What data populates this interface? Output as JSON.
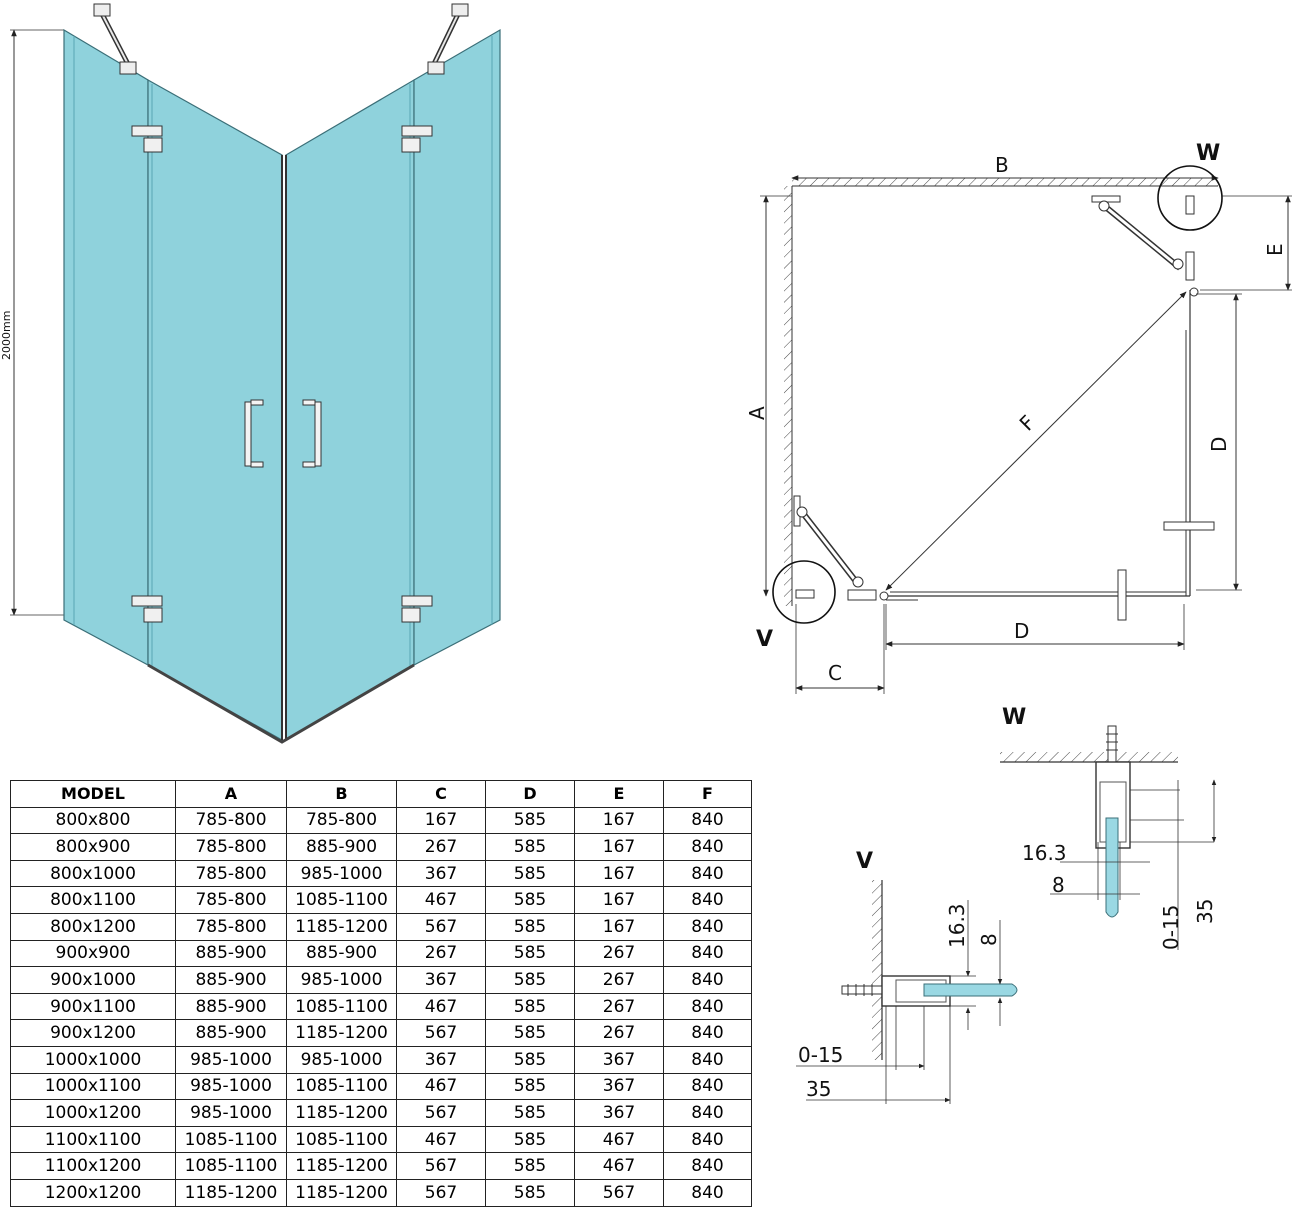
{
  "colors": {
    "glass": "#8fd2dc",
    "glass_edge": "#5aa6b3",
    "line": "#333333",
    "detail_glass": "#9ad8e3"
  },
  "front_view": {
    "height_label": "2000mm"
  },
  "plan_view": {
    "labels": {
      "A": "A",
      "B": "B",
      "C": "C",
      "D_right": "D",
      "D_bottom": "D",
      "E": "E",
      "F": "F",
      "W": "W",
      "V": "V"
    }
  },
  "detail_w": {
    "title": "W",
    "dims": {
      "d1": "16.3",
      "d2": "8",
      "d3": "0-15",
      "d4": "35"
    }
  },
  "detail_v": {
    "title": "V",
    "dims": {
      "d1": "16.3",
      "d2": "8",
      "d3": "0-15",
      "d4": "35"
    }
  },
  "table": {
    "headers": [
      "MODEL",
      "A",
      "B",
      "C",
      "D",
      "E",
      "F"
    ],
    "rows": [
      [
        "800x800",
        "785-800",
        "785-800",
        "167",
        "585",
        "167",
        "840"
      ],
      [
        "800x900",
        "785-800",
        "885-900",
        "267",
        "585",
        "167",
        "840"
      ],
      [
        "800x1000",
        "785-800",
        "985-1000",
        "367",
        "585",
        "167",
        "840"
      ],
      [
        "800x1100",
        "785-800",
        "1085-1100",
        "467",
        "585",
        "167",
        "840"
      ],
      [
        "800x1200",
        "785-800",
        "1185-1200",
        "567",
        "585",
        "167",
        "840"
      ],
      [
        "900x900",
        "885-900",
        "885-900",
        "267",
        "585",
        "267",
        "840"
      ],
      [
        "900x1000",
        "885-900",
        "985-1000",
        "367",
        "585",
        "267",
        "840"
      ],
      [
        "900x1100",
        "885-900",
        "1085-1100",
        "467",
        "585",
        "267",
        "840"
      ],
      [
        "900x1200",
        "885-900",
        "1185-1200",
        "567",
        "585",
        "267",
        "840"
      ],
      [
        "1000x1000",
        "985-1000",
        "985-1000",
        "367",
        "585",
        "367",
        "840"
      ],
      [
        "1000x1100",
        "985-1000",
        "1085-1100",
        "467",
        "585",
        "367",
        "840"
      ],
      [
        "1000x1200",
        "985-1000",
        "1185-1200",
        "567",
        "585",
        "367",
        "840"
      ],
      [
        "1100x1100",
        "1085-1100",
        "1085-1100",
        "467",
        "585",
        "467",
        "840"
      ],
      [
        "1100x1200",
        "1085-1100",
        "1185-1200",
        "567",
        "585",
        "467",
        "840"
      ],
      [
        "1200x1200",
        "1185-1200",
        "1185-1200",
        "567",
        "585",
        "567",
        "840"
      ]
    ]
  }
}
